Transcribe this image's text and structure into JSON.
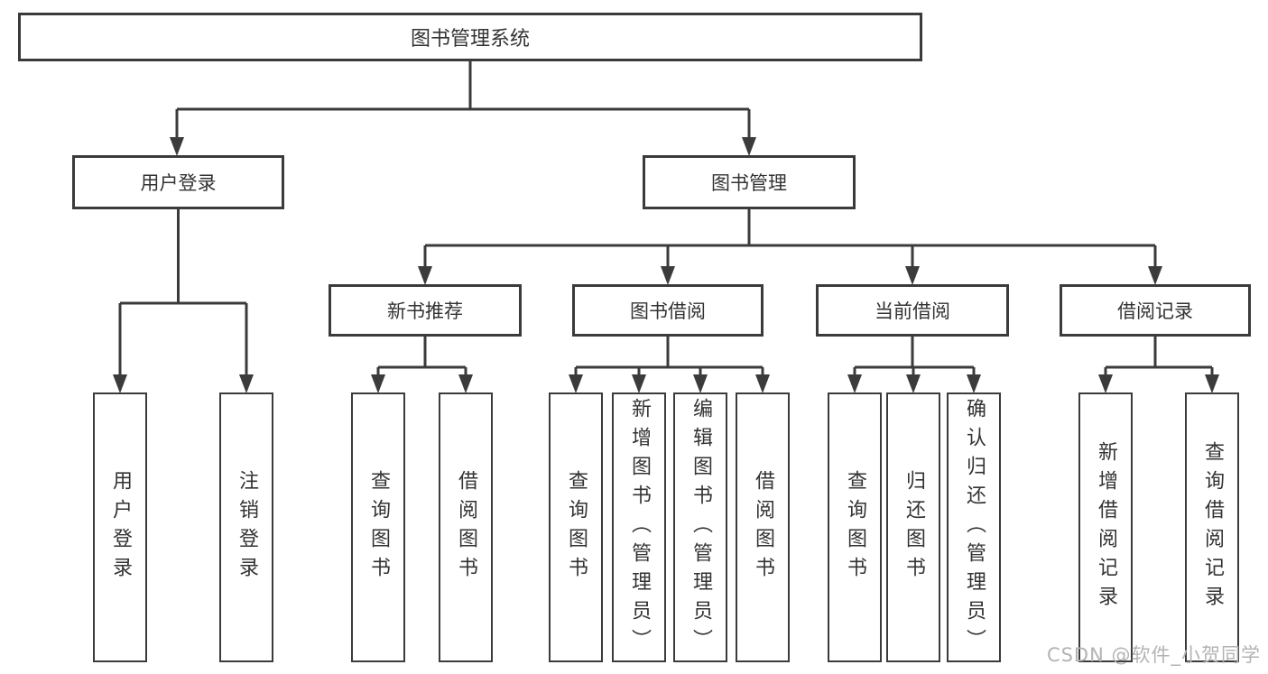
{
  "diagram": {
    "title_node": "图书管理系统",
    "level2": {
      "user_login": "用户登录",
      "book_management": "图书管理"
    },
    "level3": {
      "new_book_recommend": "新书推荐",
      "book_borrow": "图书借阅",
      "current_borrow": "当前借阅",
      "borrow_records": "借阅记录"
    },
    "leaves": {
      "user_login": [
        "用户登录",
        "注销登录"
      ],
      "new_book_recommend": [
        "查询图书",
        "借阅图书"
      ],
      "book_borrow": [
        "查询图书",
        "新增图书（管理员）",
        "编辑图书（管理员）",
        "借阅图书"
      ],
      "current_borrow": [
        "查询图书",
        "归还图书",
        "确认归还（管理员）"
      ],
      "borrow_records": [
        "新增借阅记录",
        "查询借阅记录"
      ]
    },
    "colors": {
      "line": "#3b3b3b",
      "text": "#333333",
      "box_fill": "#ffffff",
      "watermark": "#b3b3b3"
    },
    "watermark": "CSDN @软件_小贺同学"
  }
}
